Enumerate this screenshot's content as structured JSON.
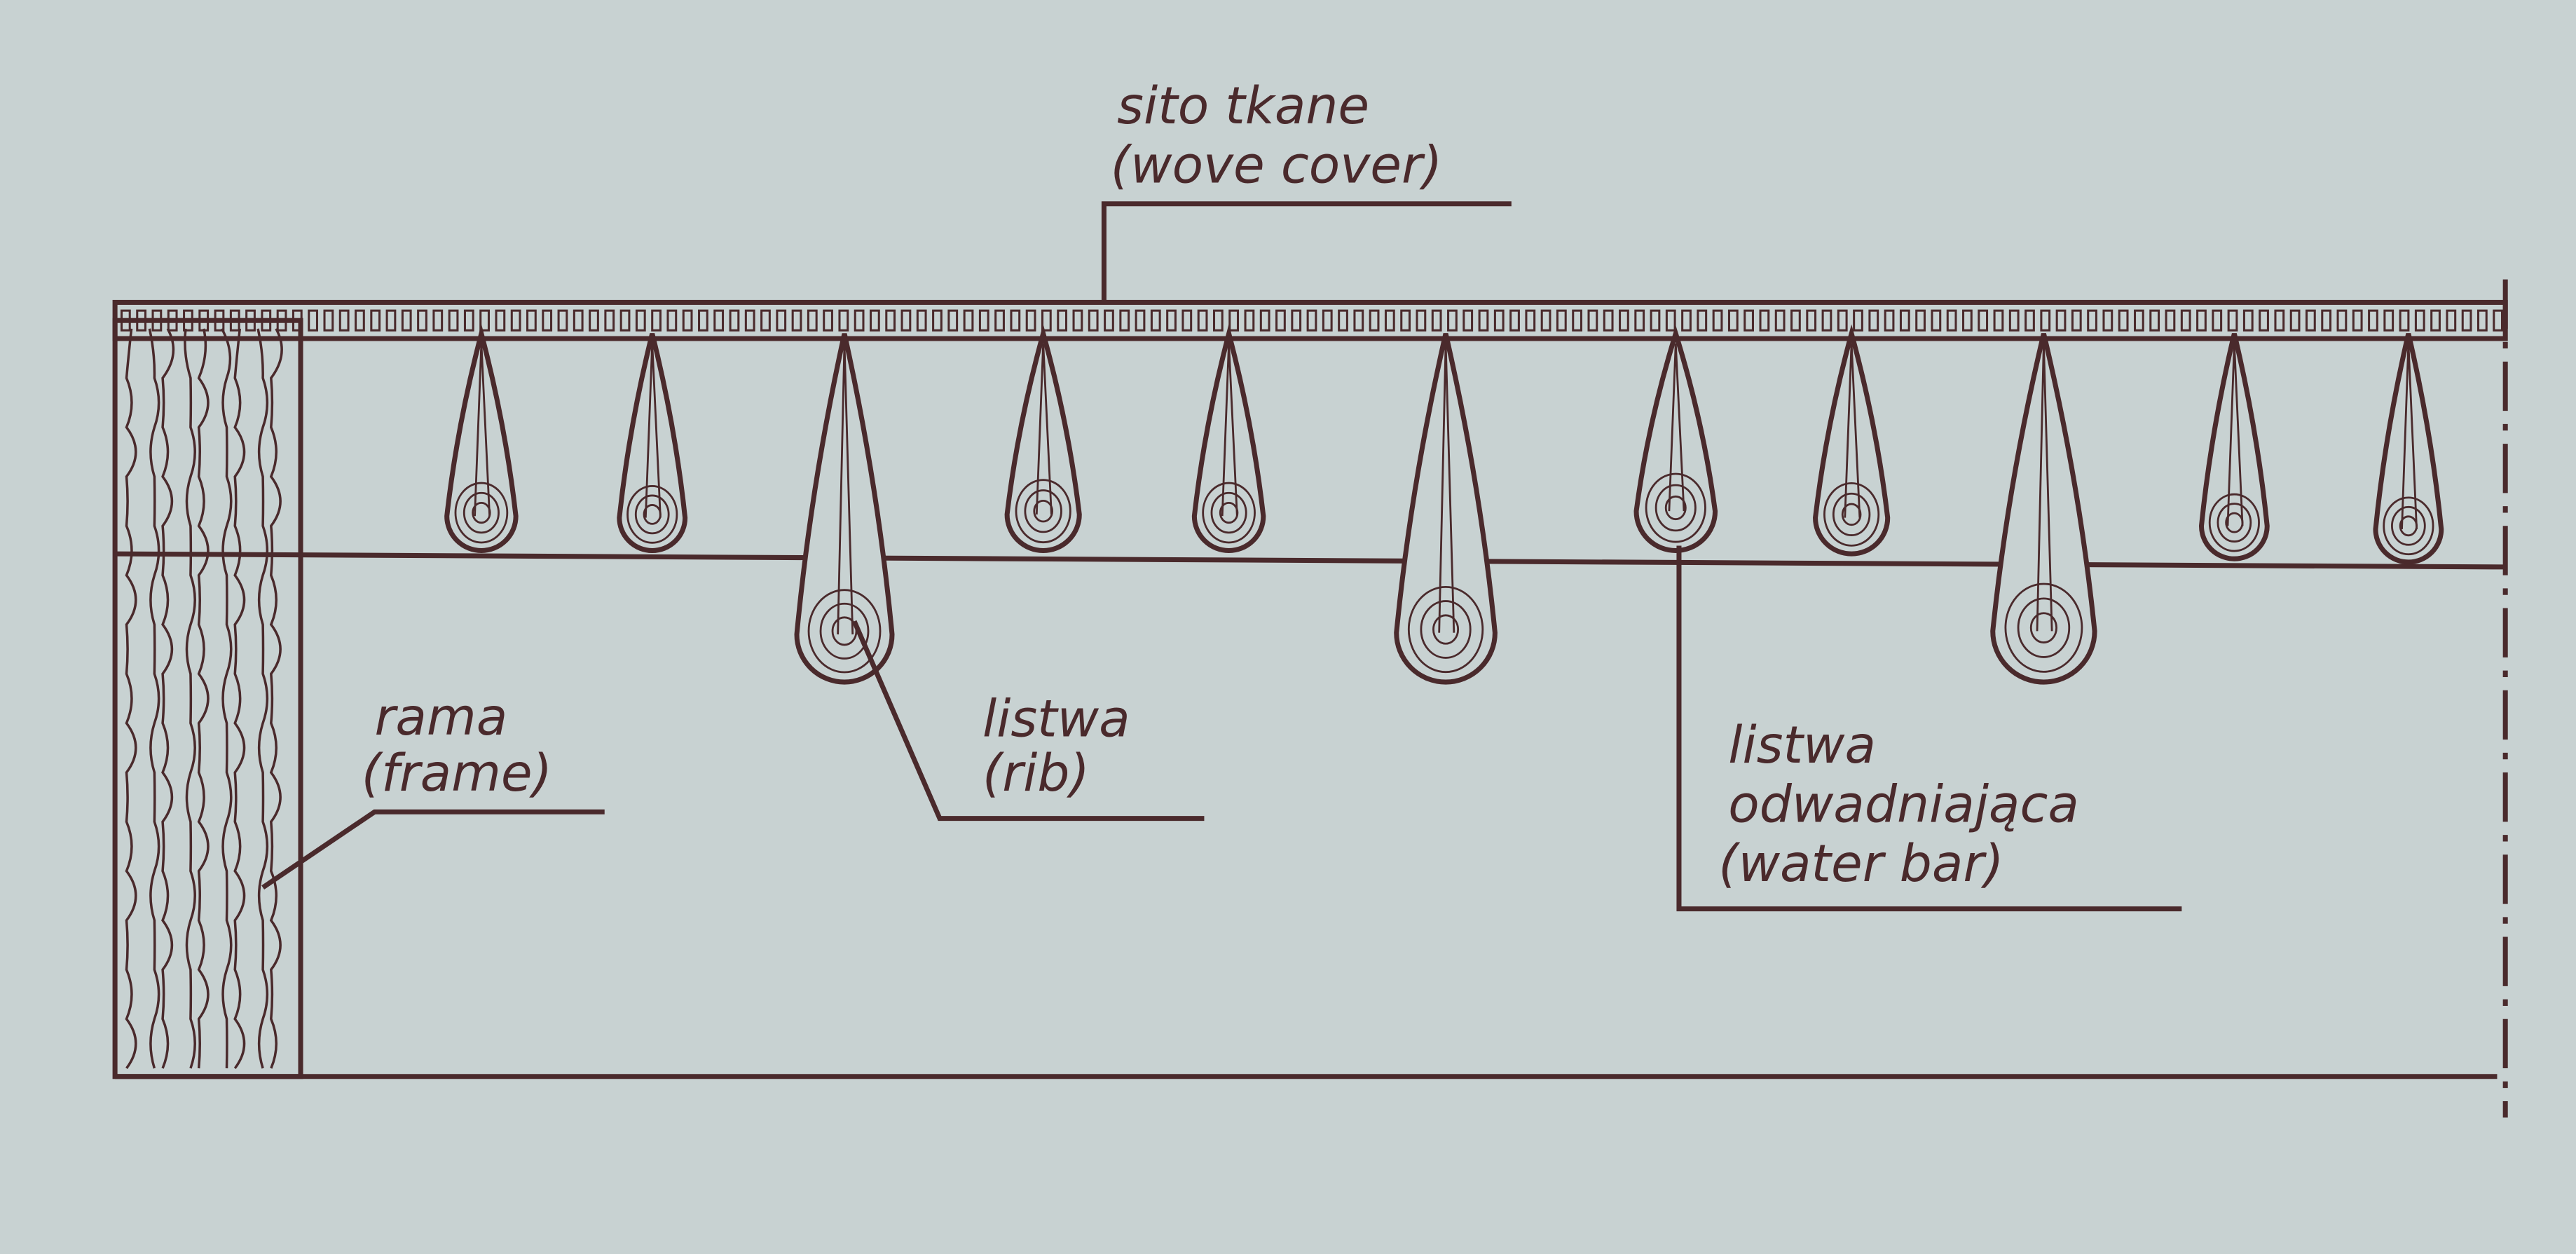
{
  "labels": {
    "wove_cover": {
      "line1": "sito tkane",
      "line2": "(wove cover)"
    },
    "frame": {
      "line1": "rama",
      "line2": "(frame)"
    },
    "rib": {
      "line1": "listwa",
      "line2": "(rib)"
    },
    "water_bar": {
      "line1": "listwa",
      "line2": "odwadniająca",
      "line3": "(water bar)"
    }
  },
  "colors": {
    "ink": "#4a2a2c",
    "paper": "#c8d2d2"
  }
}
